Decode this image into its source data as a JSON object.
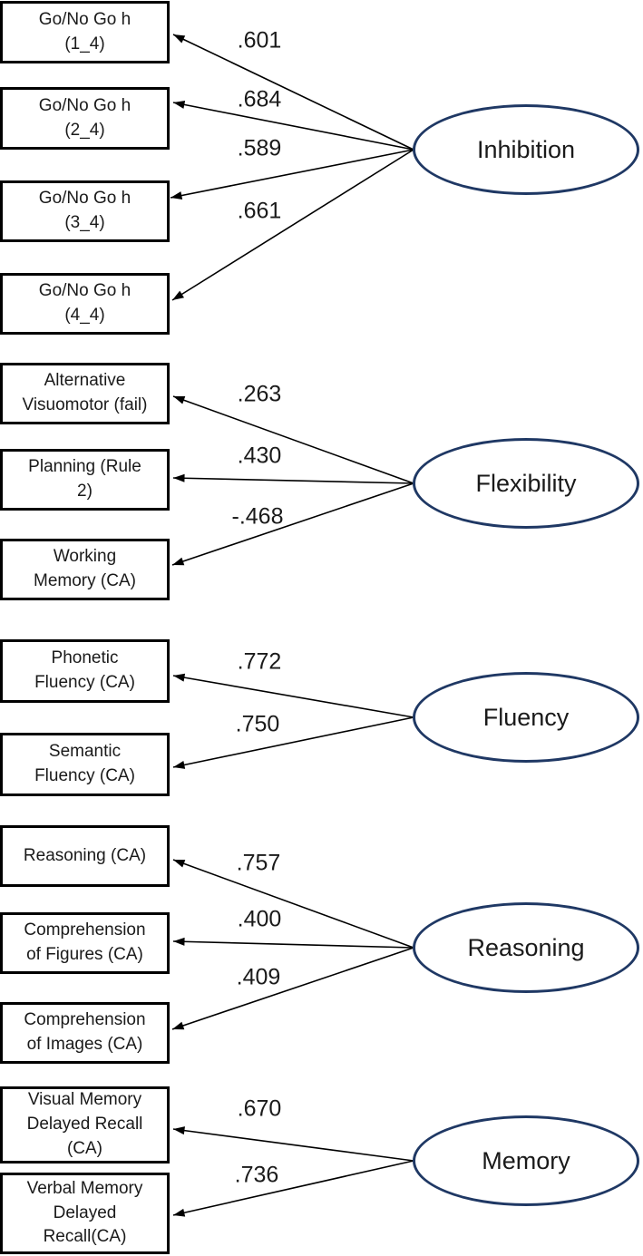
{
  "diagram": {
    "type": "confirmatory-factor-analysis-path-diagram",
    "factors": [
      {
        "name": "Inhibition",
        "indicators": [
          {
            "label": "Go/No Go h\n(1_4)",
            "loading": ".601"
          },
          {
            "label": "Go/No Go h\n(2_4)",
            "loading": ".684"
          },
          {
            "label": "Go/No Go h\n(3_4)",
            "loading": ".589"
          },
          {
            "label": "Go/No Go h\n(4_4)",
            "loading": ".661"
          }
        ]
      },
      {
        "name": "Flexibility",
        "indicators": [
          {
            "label": "Alternative\nVisuomotor (fail)",
            "loading": ".263"
          },
          {
            "label": "Planning  (Rule\n2)",
            "loading": ".430"
          },
          {
            "label": "Working\nMemory (CA)",
            "loading": "-.468"
          }
        ]
      },
      {
        "name": "Fluency",
        "indicators": [
          {
            "label": "Phonetic\nFluency (CA)",
            "loading": ".772"
          },
          {
            "label": "Semantic\nFluency (CA)",
            "loading": ".750"
          }
        ]
      },
      {
        "name": "Reasoning",
        "indicators": [
          {
            "label": "Reasoning (CA)",
            "loading": ".757"
          },
          {
            "label": "Comprehension\nof Figures (CA)",
            "loading": ".400"
          },
          {
            "label": "Comprehension\nof Images (CA)",
            "loading": ".409"
          }
        ]
      },
      {
        "name": "Memory",
        "indicators": [
          {
            "label": "Visual Memory\nDelayed Recall\n(CA)",
            "loading": ".670"
          },
          {
            "label": "Verbal Memory\nDelayed\nRecall(CA)",
            "loading": ".736"
          }
        ]
      }
    ],
    "colors": {
      "ellipse_stroke": "#1f3864",
      "box_stroke": "#000000",
      "arrow": "#000000",
      "text": "#1a1a1a",
      "background": "#ffffff"
    }
  }
}
